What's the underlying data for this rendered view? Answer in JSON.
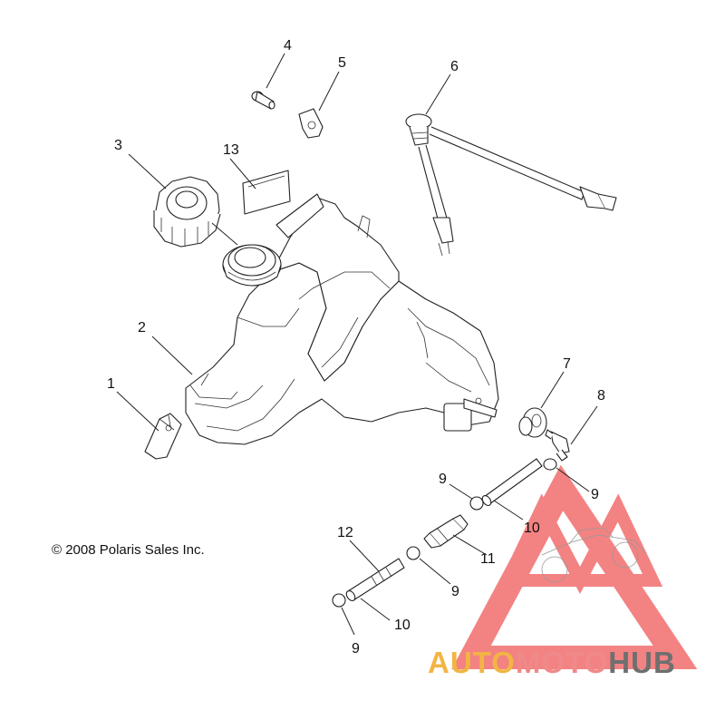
{
  "copyright": "© 2008 Polaris Sales Inc.",
  "callouts": [
    {
      "id": "c1",
      "text": "1"
    },
    {
      "id": "c2",
      "text": "2"
    },
    {
      "id": "c3",
      "text": "3"
    },
    {
      "id": "c4",
      "text": "4"
    },
    {
      "id": "c5",
      "text": "5"
    },
    {
      "id": "c6",
      "text": "6"
    },
    {
      "id": "c7",
      "text": "7"
    },
    {
      "id": "c8",
      "text": "8"
    },
    {
      "id": "c9a",
      "text": "9"
    },
    {
      "id": "c9b",
      "text": "9"
    },
    {
      "id": "c9c",
      "text": "9"
    },
    {
      "id": "c9d",
      "text": "9"
    },
    {
      "id": "c10a",
      "text": "10"
    },
    {
      "id": "c10b",
      "text": "10"
    },
    {
      "id": "c11",
      "text": "11"
    },
    {
      "id": "c12",
      "text": "12"
    },
    {
      "id": "c13",
      "text": "13"
    }
  ],
  "watermark": {
    "word_1": "AUTO",
    "word_2": "MOTO",
    "word_3": "HUB",
    "color_1": "#f2b544",
    "color_2": "#f08a8a",
    "color_3": "#6f6f6f",
    "triangle_color": "#f26d6d"
  }
}
